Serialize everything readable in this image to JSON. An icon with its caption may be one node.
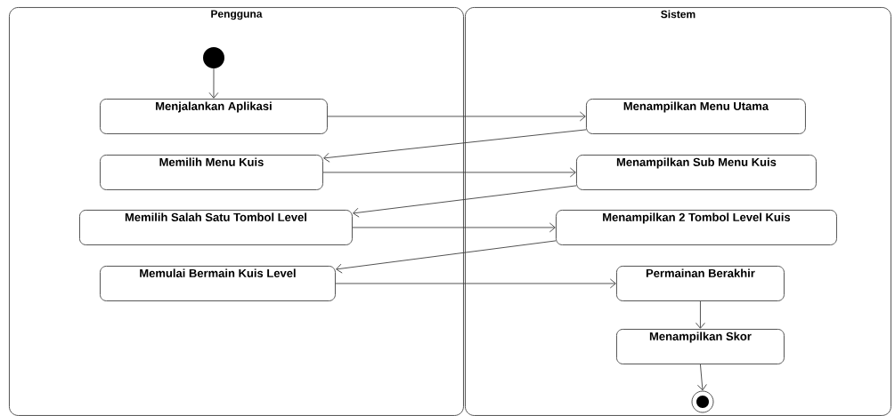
{
  "diagram": {
    "nodes": [
      {
        "text": [
          "Pengguna"
        ]
      },
      {
        "text": [],
        "shape": "circle",
        "in": 0
      },
      {
        "text": [
          "Menjalankan Aplikasi"
        ],
        "in": 0
      },
      {
        "text": [
          "Memilih Menu Kuis"
        ],
        "in": 0
      },
      {
        "text": [
          "Memilih Salah Satu Tombol Level"
        ],
        "in": 0
      },
      {
        "text": [
          "Memulai Bermain Kuis Level"
        ],
        "in": 0
      },
      {
        "text": [
          "Sistem"
        ]
      },
      {
        "text": [
          "Menampilkan Menu Utama"
        ],
        "in": 6
      },
      {
        "text": [
          "Menampilkan Sub Menu Kuis"
        ],
        "in": 6
      },
      {
        "text": [
          "Menampilkan 2 Tombol Level Kuis"
        ],
        "in": 6
      },
      {
        "text": [
          "Permainan Berakhir"
        ],
        "in": 6
      },
      {
        "text": [
          "Menampilkan Skor"
        ],
        "in": 6
      },
      {
        "text": [],
        "shape": "bullseye",
        "in": 6
      }
    ],
    "edges": [
      {
        "from": 1,
        "to": 2,
        "arrow": "to"
      },
      {
        "from": 2,
        "to": 7,
        "arrow": "to"
      },
      {
        "from": 7,
        "to": 3,
        "arrow": "to"
      },
      {
        "from": 3,
        "to": 8,
        "arrow": "to"
      },
      {
        "from": 8,
        "to": 4,
        "arrow": "to"
      },
      {
        "from": 4,
        "to": 9,
        "arrow": "to"
      },
      {
        "from": 9,
        "to": 5,
        "arrow": "to"
      },
      {
        "from": 5,
        "to": 10,
        "arrow": "to"
      },
      {
        "from": 10,
        "to": 11,
        "arrow": "to"
      },
      {
        "from": 11,
        "to": 12,
        "arrow": "to"
      }
    ]
  }
}
